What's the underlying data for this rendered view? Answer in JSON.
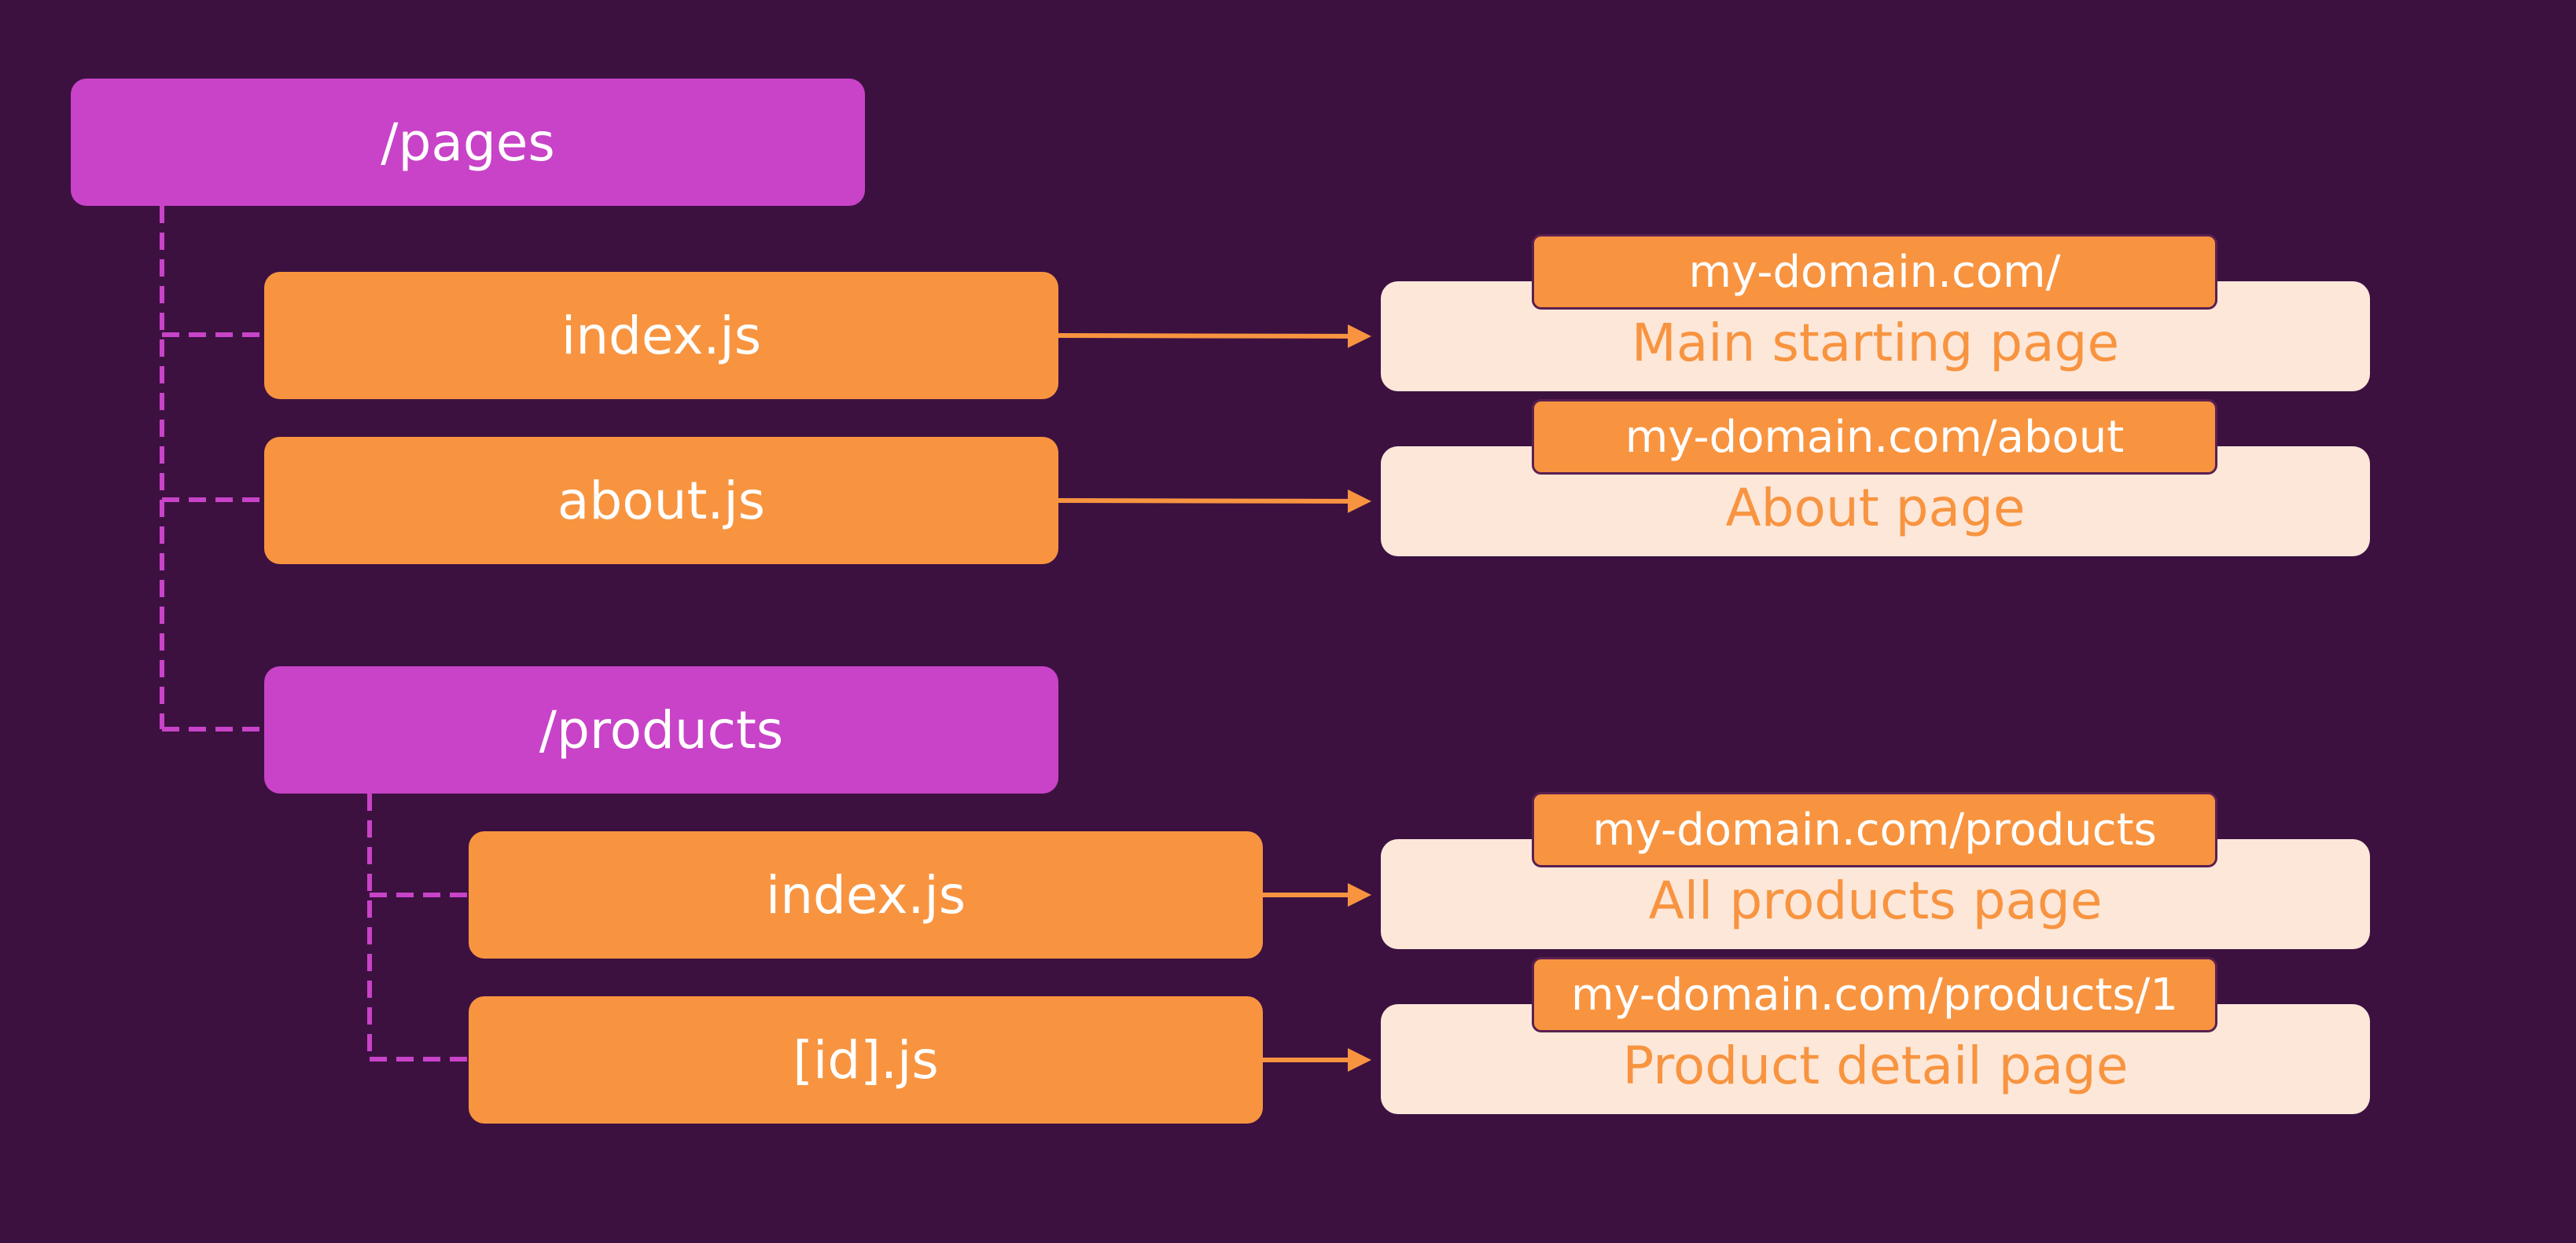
{
  "colors": {
    "background": "#3c1140",
    "folder": "#c843c8",
    "file": "#f89440",
    "page_card": "#fde7d9",
    "page_text": "#f89440",
    "connector": "#c843c8",
    "arrow": "#f89440"
  },
  "tree": {
    "root_folder": "/pages",
    "files": [
      {
        "name": "index.js"
      },
      {
        "name": "about.js"
      }
    ],
    "sub_folder": {
      "name": "/products",
      "files": [
        {
          "name": "index.js"
        },
        {
          "name": "[id].js"
        }
      ]
    }
  },
  "routes": [
    {
      "url": "my-domain.com/",
      "page": "Main starting page"
    },
    {
      "url": "my-domain.com/about",
      "page": "About page"
    },
    {
      "url": "my-domain.com/products",
      "page": "All products page"
    },
    {
      "url": "my-domain.com/products/1",
      "page": "Product detail page"
    }
  ]
}
